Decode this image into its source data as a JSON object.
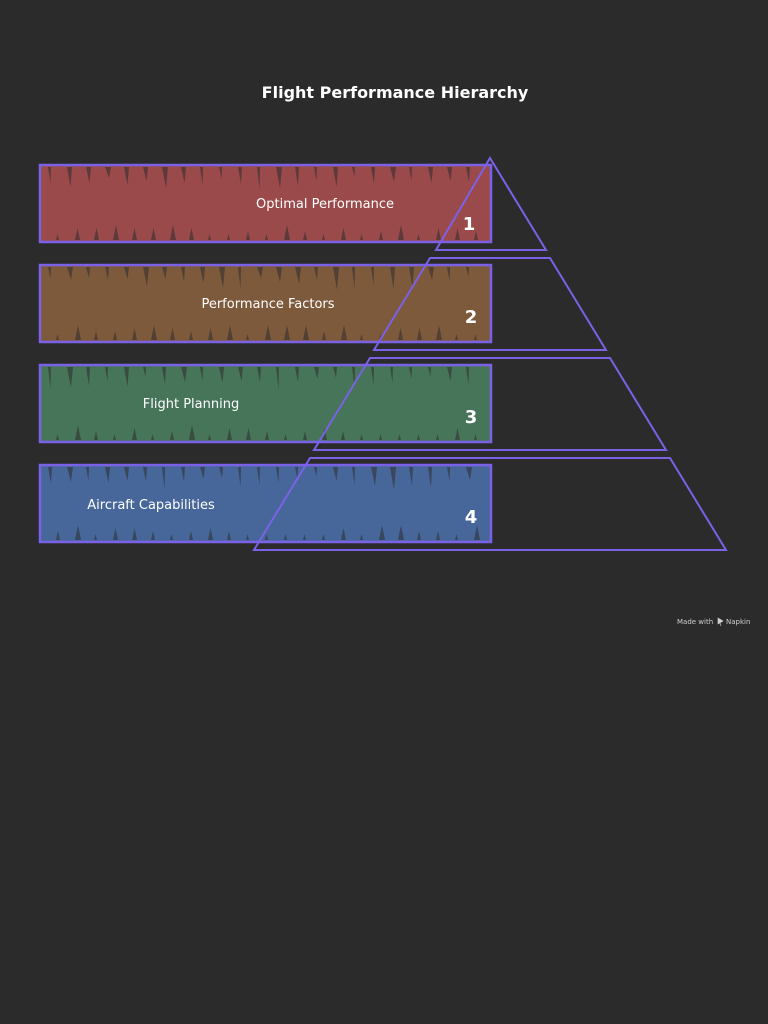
{
  "title": "Flight Performance Hierarchy",
  "outline_color": "#7b61e6",
  "background_color": "#2b2b2b",
  "levels": [
    {
      "number": "1",
      "label": "Optimal Performance",
      "color": "#9a4a4a"
    },
    {
      "number": "2",
      "label": "Performance Factors",
      "color": "#7e5a3c"
    },
    {
      "number": "3",
      "label": "Flight Planning",
      "color": "#477559"
    },
    {
      "number": "4",
      "label": "Aircraft Capabilities",
      "color": "#47679b"
    }
  ],
  "credit": {
    "prefix": "Made with",
    "brand": "Napkin",
    "icon": "napkin-logo-icon"
  }
}
